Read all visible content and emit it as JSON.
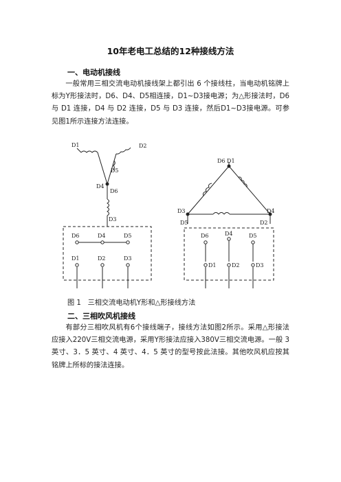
{
  "doc": {
    "title": "10年老电工总结的12种接线方法",
    "section1": {
      "heading": "一、电动机接线",
      "body": "一般常用三相交流电动机接线架上都引出 6 个接线柱，当电动机铭牌上标为Y形接法时，D6、D4、D5相连接，D1~D3接电源；为△形接法时，D6 与 D1 连接，D4 与 D2 连接，D5 与 D3 连接，然后D1~D3接电源。可参见图1所示连接方法连接。"
    },
    "figure": {
      "caption": "图 1   三相交流电动机Y形和△形接线方法",
      "star": {
        "d1": "D1",
        "d2": "D2",
        "d5": "D5",
        "d4": "D4",
        "d6": "D6",
        "d3": "D3",
        "top_row": [
          "D6",
          "D4",
          "D5"
        ],
        "bottom_row": [
          "D1",
          "D2",
          "D3"
        ]
      },
      "delta": {
        "top": "D6 D1",
        "left_top": "D3",
        "left_bottom": "D5",
        "right_top": "D4",
        "right_bottom": "D2",
        "top_row": [
          "D6",
          "D4",
          "D5"
        ],
        "bottom_row": [
          "D1",
          "D2",
          "D3"
        ]
      }
    },
    "section2": {
      "heading": "二、三相吹风机接线",
      "body": "有部分三相吹风机有6个接线端子，接线方法如图2所示。采用△形接法应接入220V三相交流电源，采用Y形接法应接入380V三相交流电源。一般 3 英寸、3．5 英寸、4 英寸、4．5 英寸的型号按此法接。其他吹风机应按其铭牌上所标的接法连接。"
    }
  }
}
